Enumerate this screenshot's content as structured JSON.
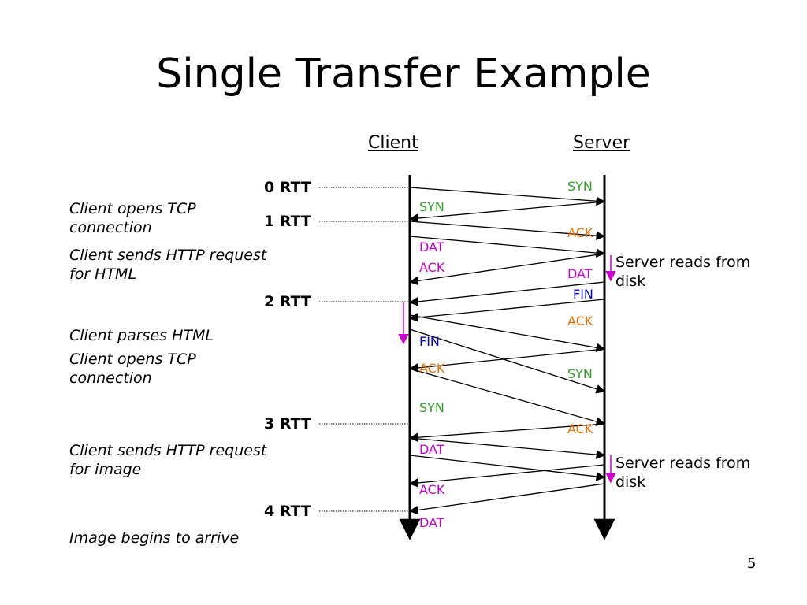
{
  "title": "Single Transfer Example",
  "headings": {
    "client": "Client",
    "server": "Server"
  },
  "rtt_markers": [
    {
      "label": "0 RTT"
    },
    {
      "label": "1 RTT"
    },
    {
      "label": "2 RTT"
    },
    {
      "label": "3 RTT"
    },
    {
      "label": "4 RTT"
    }
  ],
  "client_notes": [
    {
      "line1": "Client opens TCP",
      "line2": "connection"
    },
    {
      "line1": "Client sends HTTP request",
      "line2": "for HTML"
    },
    {
      "line1": "Client parses HTML",
      "line2": ""
    },
    {
      "line1": "Client opens TCP",
      "line2": "connection"
    },
    {
      "line1": "Client sends HTTP request",
      "line2": "for image"
    },
    {
      "line1": "Image begins to arrive",
      "line2": ""
    }
  ],
  "server_notes": [
    {
      "line1": "Server reads from",
      "line2": "disk"
    },
    {
      "line1": "Server reads from",
      "line2": "disk"
    }
  ],
  "messages": [
    {
      "label": "SYN",
      "direction": "client-to-server",
      "color": "#33a02c"
    },
    {
      "label": "SYN",
      "direction": "server-to-client",
      "color": "#33a02c"
    },
    {
      "label": "ACK",
      "direction": "client-to-server",
      "color": "#e8700a"
    },
    {
      "label": "DAT",
      "direction": "client-to-server",
      "color": "#cc00cc"
    },
    {
      "label": "ACK",
      "direction": "server-to-client",
      "color": "#cc00cc"
    },
    {
      "label": "DAT",
      "direction": "server-to-client",
      "color": "#cc00cc"
    },
    {
      "label": "FIN",
      "direction": "server-to-client",
      "color": "#0000cc"
    },
    {
      "label": "ACK",
      "direction": "client-to-server",
      "color": "#e8700a"
    },
    {
      "label": "FIN",
      "direction": "client-to-server",
      "color": "#0000cc"
    },
    {
      "label": "ACK",
      "direction": "server-to-client",
      "color": "#e8700a"
    },
    {
      "label": "SYN",
      "direction": "client-to-server",
      "color": "#33a02c"
    },
    {
      "label": "SYN",
      "direction": "server-to-client",
      "color": "#33a02c"
    },
    {
      "label": "ACK",
      "direction": "client-to-server",
      "color": "#e8700a"
    },
    {
      "label": "DAT",
      "direction": "client-to-server",
      "color": "#cc00cc"
    },
    {
      "label": "ACK",
      "direction": "server-to-client",
      "color": "#cc00cc"
    },
    {
      "label": "DAT",
      "direction": "server-to-client",
      "color": "#cc00cc"
    }
  ],
  "colors": {
    "processing_arrow": "#cc00cc",
    "timeline": "#000000",
    "rtt_guide": "#000000"
  },
  "page_number": "5"
}
